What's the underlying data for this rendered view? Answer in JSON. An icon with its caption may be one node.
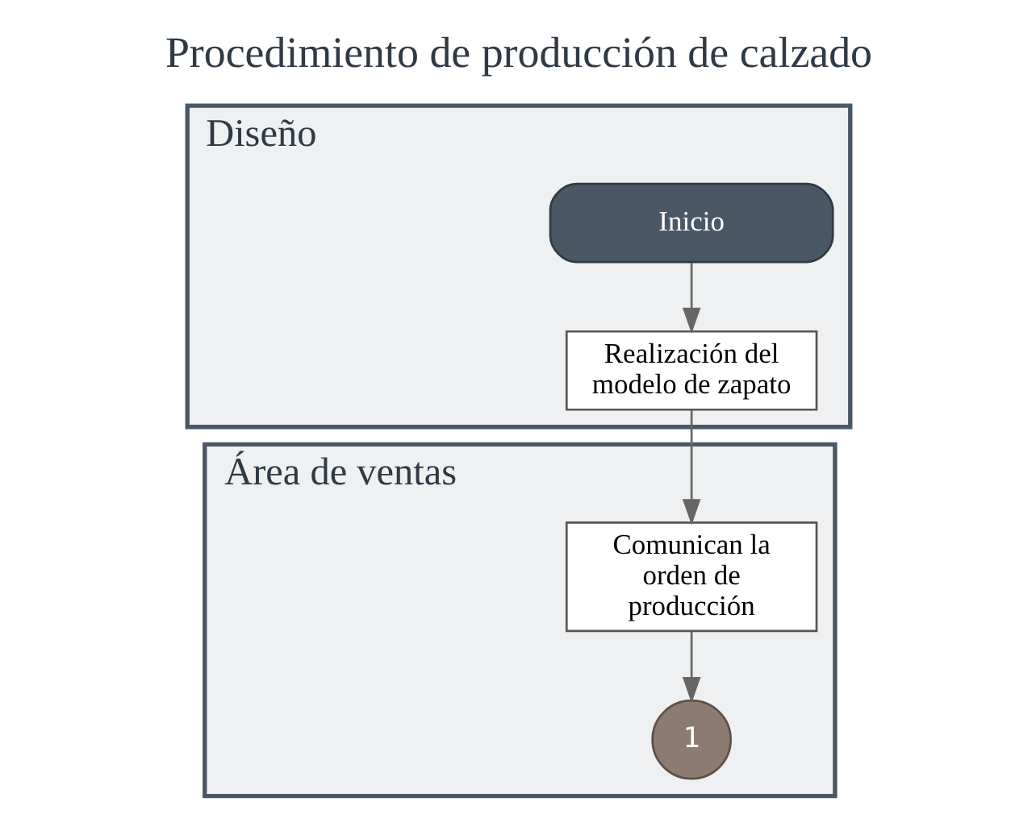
{
  "diagram": {
    "title": "Procedimiento de producción de calzado",
    "nodes": [
      {
        "text": [
          "Diseño"
        ]
      },
      {
        "text": [
          "Inicio"
        ],
        "in": 0
      },
      {
        "text": [
          "Realización del modelo de zapato"
        ],
        "in": 0
      },
      {
        "text": [
          "Área de ventas"
        ]
      },
      {
        "text": [
          "Comunican la orden de producción"
        ],
        "in": 3
      },
      {
        "text": [
          "1"
        ],
        "in": 3
      }
    ],
    "edges": [
      {
        "from": 1,
        "to": 2,
        "arrow": "to"
      },
      {
        "from": 2,
        "to": 4,
        "arrow": "to"
      },
      {
        "from": 4,
        "to": 5,
        "arrow": "to"
      }
    ]
  }
}
